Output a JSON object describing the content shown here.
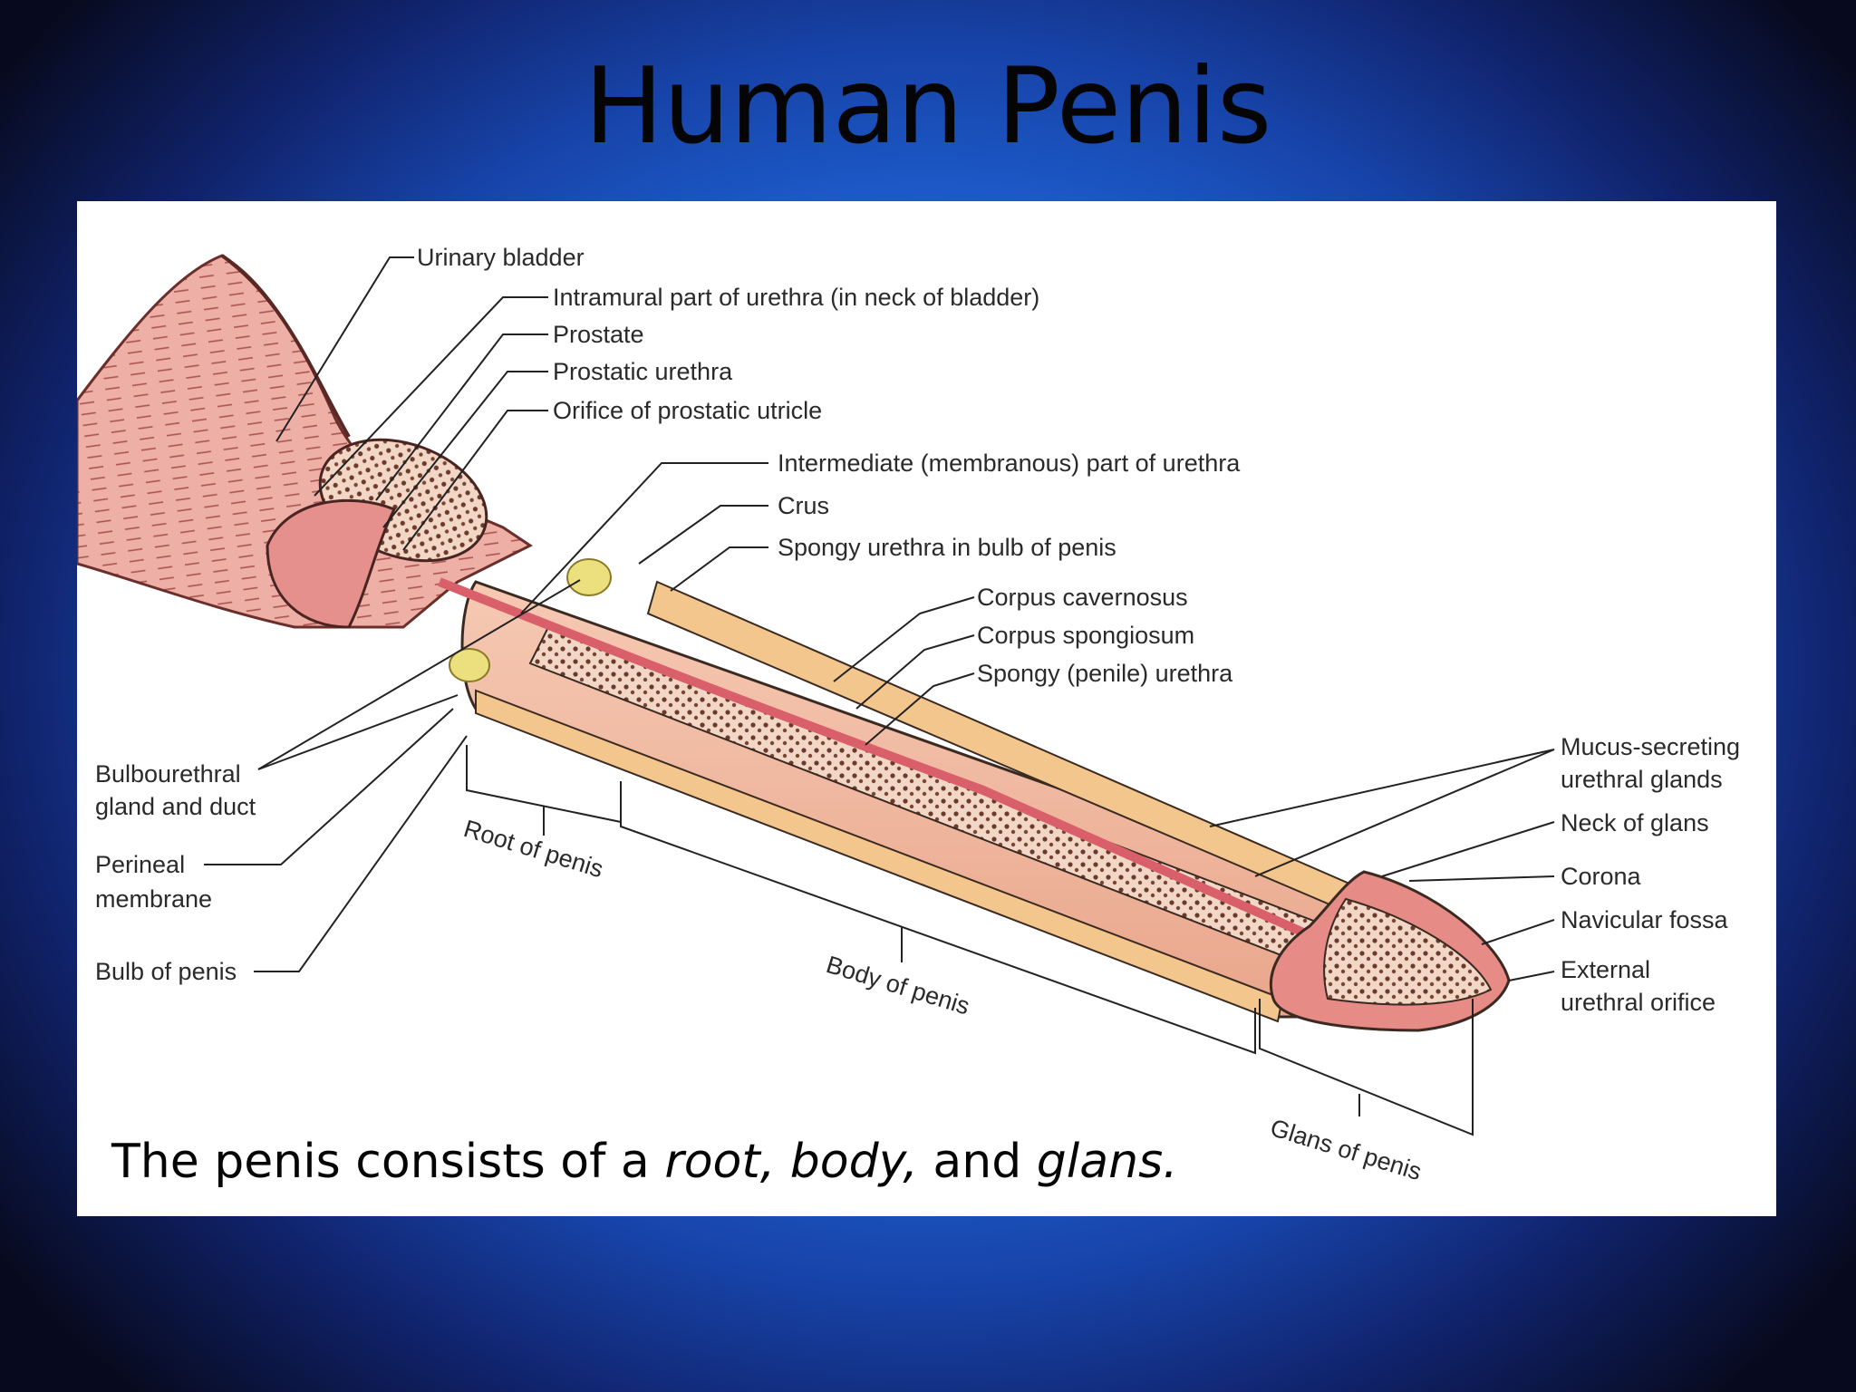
{
  "title": "Human Penis",
  "labels": {
    "urinary_bladder": "Urinary bladder",
    "intramural": "Intramural part of urethra (in neck of bladder)",
    "prostate": "Prostate",
    "prostatic_urethra": "Prostatic urethra",
    "orifice_utricle": "Orifice of prostatic utricle",
    "intermediate": "Intermediate (membranous) part of urethra",
    "crus": "Crus",
    "spongy_bulb": "Spongy urethra in bulb of penis",
    "corpus_cavernosus": "Corpus cavernosus",
    "corpus_spongiosum": "Corpus spongiosum",
    "spongy_penile": "Spongy (penile) urethra",
    "mucus_1": "Mucus-secreting",
    "mucus_2": "urethral glands",
    "neck_glans": "Neck of glans",
    "corona": "Corona",
    "navicular": "Navicular fossa",
    "external_1": "External",
    "external_2": "urethral orifice",
    "bulbourethral_1": "Bulbourethral",
    "bulbourethral_2": "gland and duct",
    "perineal_1": "Perineal",
    "perineal_2": "membrane",
    "bulb_penis": "Bulb of penis",
    "root": "Root of penis",
    "body": "Body of penis",
    "glans": "Glans of penis"
  },
  "caption": {
    "part1": "The penis consists of a ",
    "root": "root,",
    "part2": " ",
    "body": "body,",
    "part3": " and ",
    "glans": "glans."
  },
  "colors": {
    "tissue_pink": "#e9a39c",
    "tissue_light": "#f6d3c2",
    "urethra_red": "#d9606a",
    "gland_yellow": "#ece07e",
    "erectile_brown": "#8a5a44",
    "cell_tan": "#f3c98e"
  }
}
